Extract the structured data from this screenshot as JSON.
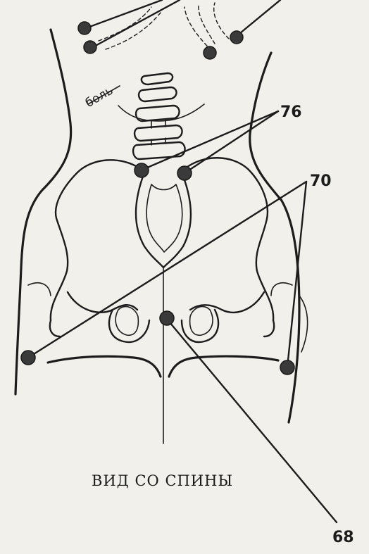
{
  "labels": {
    "pain": "боль",
    "point_76": "76",
    "point_70": "70",
    "point_68": "68",
    "caption": "ВИД СО СПИНЫ"
  },
  "colors": {
    "paper": "#f1f0eb",
    "ink": "#1c1c1c"
  }
}
